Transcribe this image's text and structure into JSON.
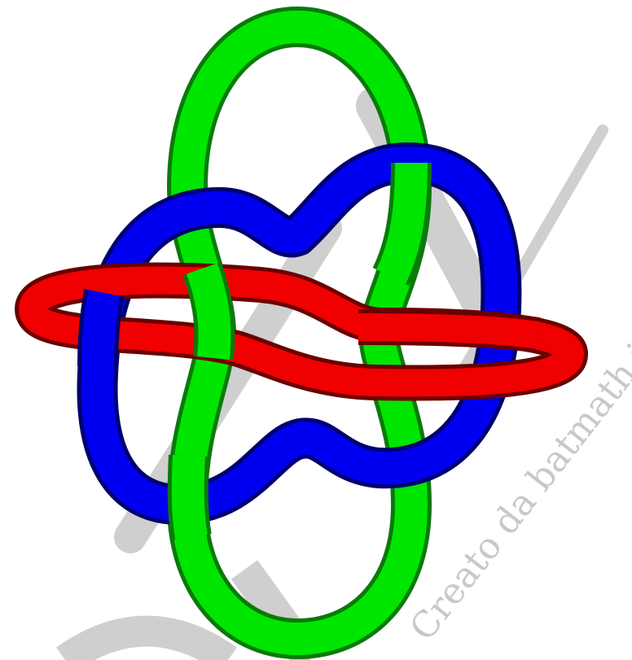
{
  "watermark": {
    "text": "Creato da batmath.it",
    "color": "#c8c8c8"
  },
  "rings": [
    {
      "name": "green",
      "color": "#00e600"
    },
    {
      "name": "blue",
      "color": "#0000f0"
    },
    {
      "name": "red",
      "color": "#f00000"
    }
  ]
}
